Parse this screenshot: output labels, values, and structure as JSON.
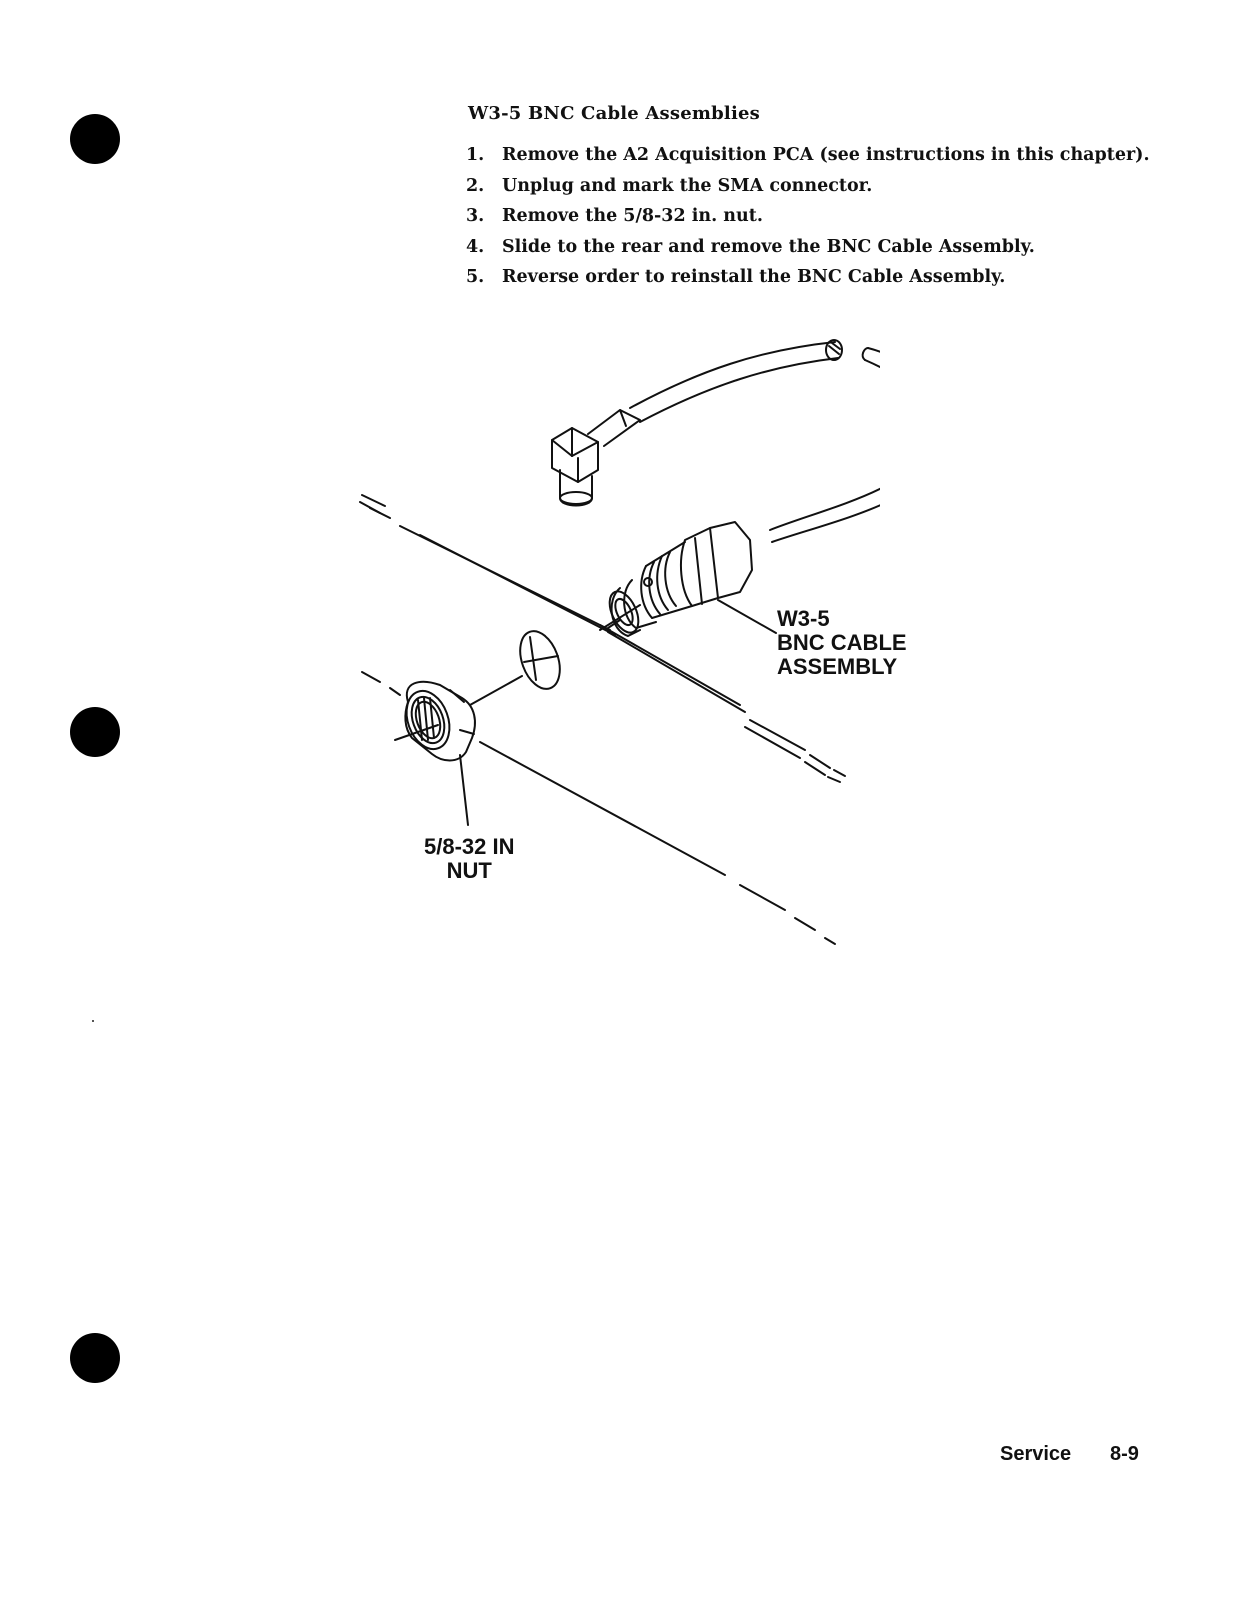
{
  "section": {
    "title": "W3-5 BNC Cable Assemblies"
  },
  "steps": [
    {
      "number": "1.",
      "text": "Remove the A2 Acquisition PCA (see instructions in this chapter)."
    },
    {
      "number": "2.",
      "text": "Unplug and mark the SMA connector."
    },
    {
      "number": "3.",
      "text": "Remove the 5/8-32 in. nut."
    },
    {
      "number": "4.",
      "text": "Slide to the rear and remove the BNC Cable Assembly."
    },
    {
      "number": "5.",
      "text": "Reverse order to reinstall the BNC Cable Assembly."
    }
  ],
  "figure": {
    "cable_callout": [
      "W3-5",
      "BNC CABLE",
      "ASSEMBLY"
    ],
    "nut_callout": [
      "5/8-32 IN",
      "NUT"
    ]
  },
  "footer": {
    "section": "Service",
    "page": "8-9"
  }
}
